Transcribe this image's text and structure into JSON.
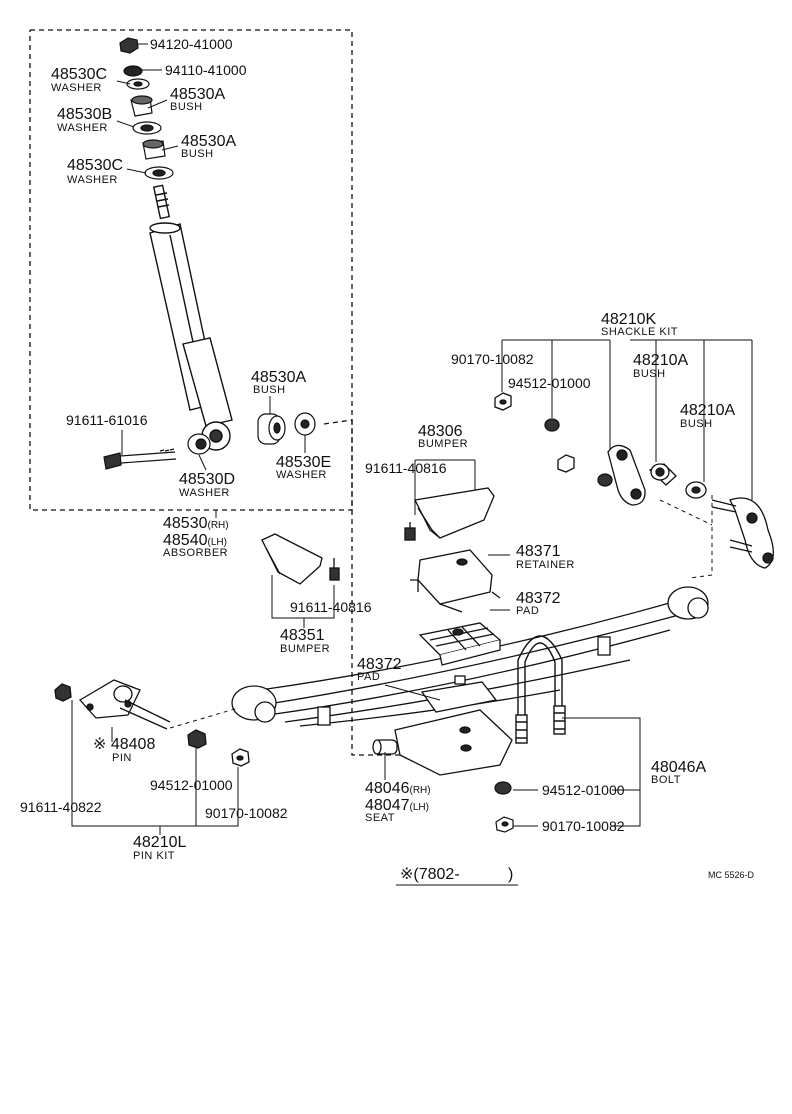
{
  "shock_assembly": {
    "nut": "94120-41000",
    "retainer": "94110-41000",
    "washer_c_top": {
      "part": "48530C",
      "name": "WASHER"
    },
    "bush_a_top": {
      "part": "48530A",
      "name": "BUSH"
    },
    "washer_b": {
      "part": "48530B",
      "name": "WASHER"
    },
    "bush_a_mid": {
      "part": "48530A",
      "name": "BUSH"
    },
    "washer_c_low": {
      "part": "48530C",
      "name": "WASHER"
    },
    "bolt": "91611-61016",
    "washer_d": {
      "part": "48530D",
      "name": "WASHER"
    },
    "bush_a_low": {
      "part": "48530A",
      "name": "BUSH"
    },
    "washer_e": {
      "part": "48530E",
      "name": "WASHER"
    },
    "absorber": {
      "rh": "48530",
      "rh_tag": "(RH)",
      "lh": "48540",
      "lh_tag": "(LH)",
      "name": "ABSORBER"
    }
  },
  "shackle": {
    "kit": {
      "part": "48210K",
      "name": "SHACKLE KIT"
    },
    "nut_a": "90170-10082",
    "nut_b": "94512-01000",
    "bush_1": {
      "part": "48210A",
      "name": "BUSH"
    },
    "bush_2": {
      "part": "48210A",
      "name": "BUSH"
    }
  },
  "bumper_upper": {
    "part": "48306",
    "name": "BUMPER",
    "bolt": "91611-40816"
  },
  "bumper_lower": {
    "part": "48351",
    "name": "BUMPER",
    "bolt": "91611-40816"
  },
  "retainer": {
    "part": "48371",
    "name": "RETAINER"
  },
  "pad_upper": {
    "part": "48372",
    "name": "PAD"
  },
  "pad_lower": {
    "part": "48372",
    "name": "PAD"
  },
  "pin": {
    "part": "48408",
    "name": "PIN",
    "marker": "※"
  },
  "pin_kit": {
    "part": "48210L",
    "name": "PIN KIT",
    "bolt": "91611-40822",
    "nut_b": "94512-01000",
    "nut_a": "90170-10082"
  },
  "seat": {
    "rh": "48046",
    "rh_tag": "(RH)",
    "lh": "48047",
    "lh_tag": "(LH)",
    "name": "SEAT"
  },
  "u_bolt": {
    "part": "48046A",
    "name": "BOLT",
    "nut_b": "94512-01000",
    "nut_a": "90170-10082"
  },
  "footnote": {
    "range": "※(7802-",
    "close": ")"
  },
  "code": "MC 5526-D",
  "colors": {
    "ink": "#111111",
    "paper": "#ffffff",
    "shade": "#555555"
  }
}
